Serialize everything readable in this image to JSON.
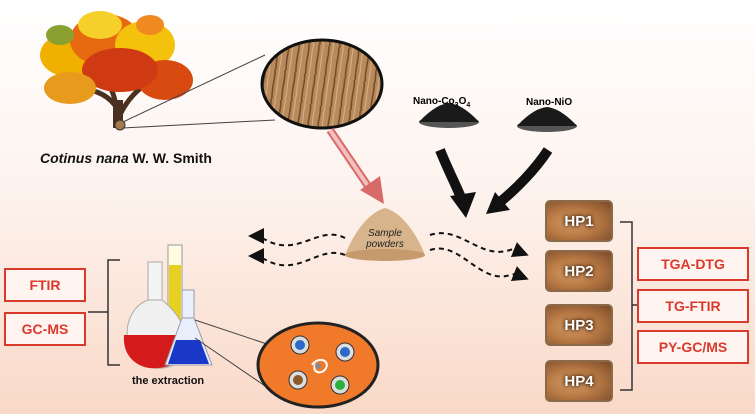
{
  "species": {
    "genus_species": "Cotinus nana",
    "authority": " W. W. Smith"
  },
  "nano": {
    "co3o4": {
      "prefix": "Nano-Co",
      "sub1": "3",
      "mid": "O",
      "sub2": "4"
    },
    "nio": "Nano-NiO"
  },
  "sample_label": {
    "line1": "Sample",
    "line2": "powders"
  },
  "left_analyses": [
    "FTIR",
    "GC-MS"
  ],
  "extraction_label": "the extraction",
  "hp_samples": [
    "HP1",
    "HP2",
    "HP3",
    "HP4"
  ],
  "right_analyses": [
    "TGA-DTG",
    "TG-FTIR",
    "PY-GC/MS"
  ],
  "colors": {
    "accent_red": "#d93a2b",
    "orange_disc": "#f07a2a",
    "bark": "#a57a4f"
  }
}
